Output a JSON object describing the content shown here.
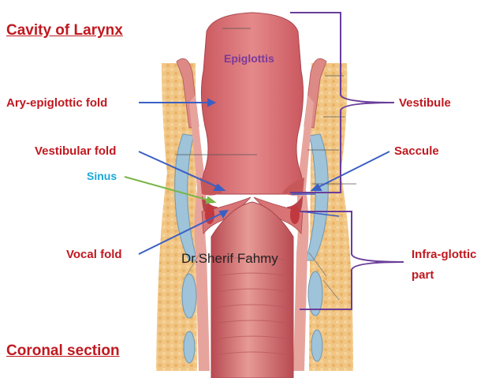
{
  "title": "Cavity of Larynx",
  "subtitle": "Coronal section",
  "author": "Dr.Sherif Fahmy",
  "labels": {
    "epiglottis": "Epiglottis",
    "ary_epiglottic_fold": "Ary-epiglottic fold",
    "vestibular_fold": "Vestibular fold",
    "sinus": "Sinus",
    "vocal_fold": "Vocal fold",
    "vestibule": "Vestibule",
    "saccule": "Saccule",
    "infra_glottic_line1": "Infra-glottic",
    "infra_glottic_line2": "part"
  },
  "colors": {
    "label_red": "#c0181f",
    "label_purple": "#7a3a9a",
    "label_cyan": "#1aa7d8",
    "arrow_blue": "#3a5fc4",
    "arrow_green": "#7ab648",
    "bracket_purple": "#6a3d9a",
    "mucosa": "#d9777a",
    "fat": "#efc27a",
    "cartilage": "#9fc3d9"
  }
}
